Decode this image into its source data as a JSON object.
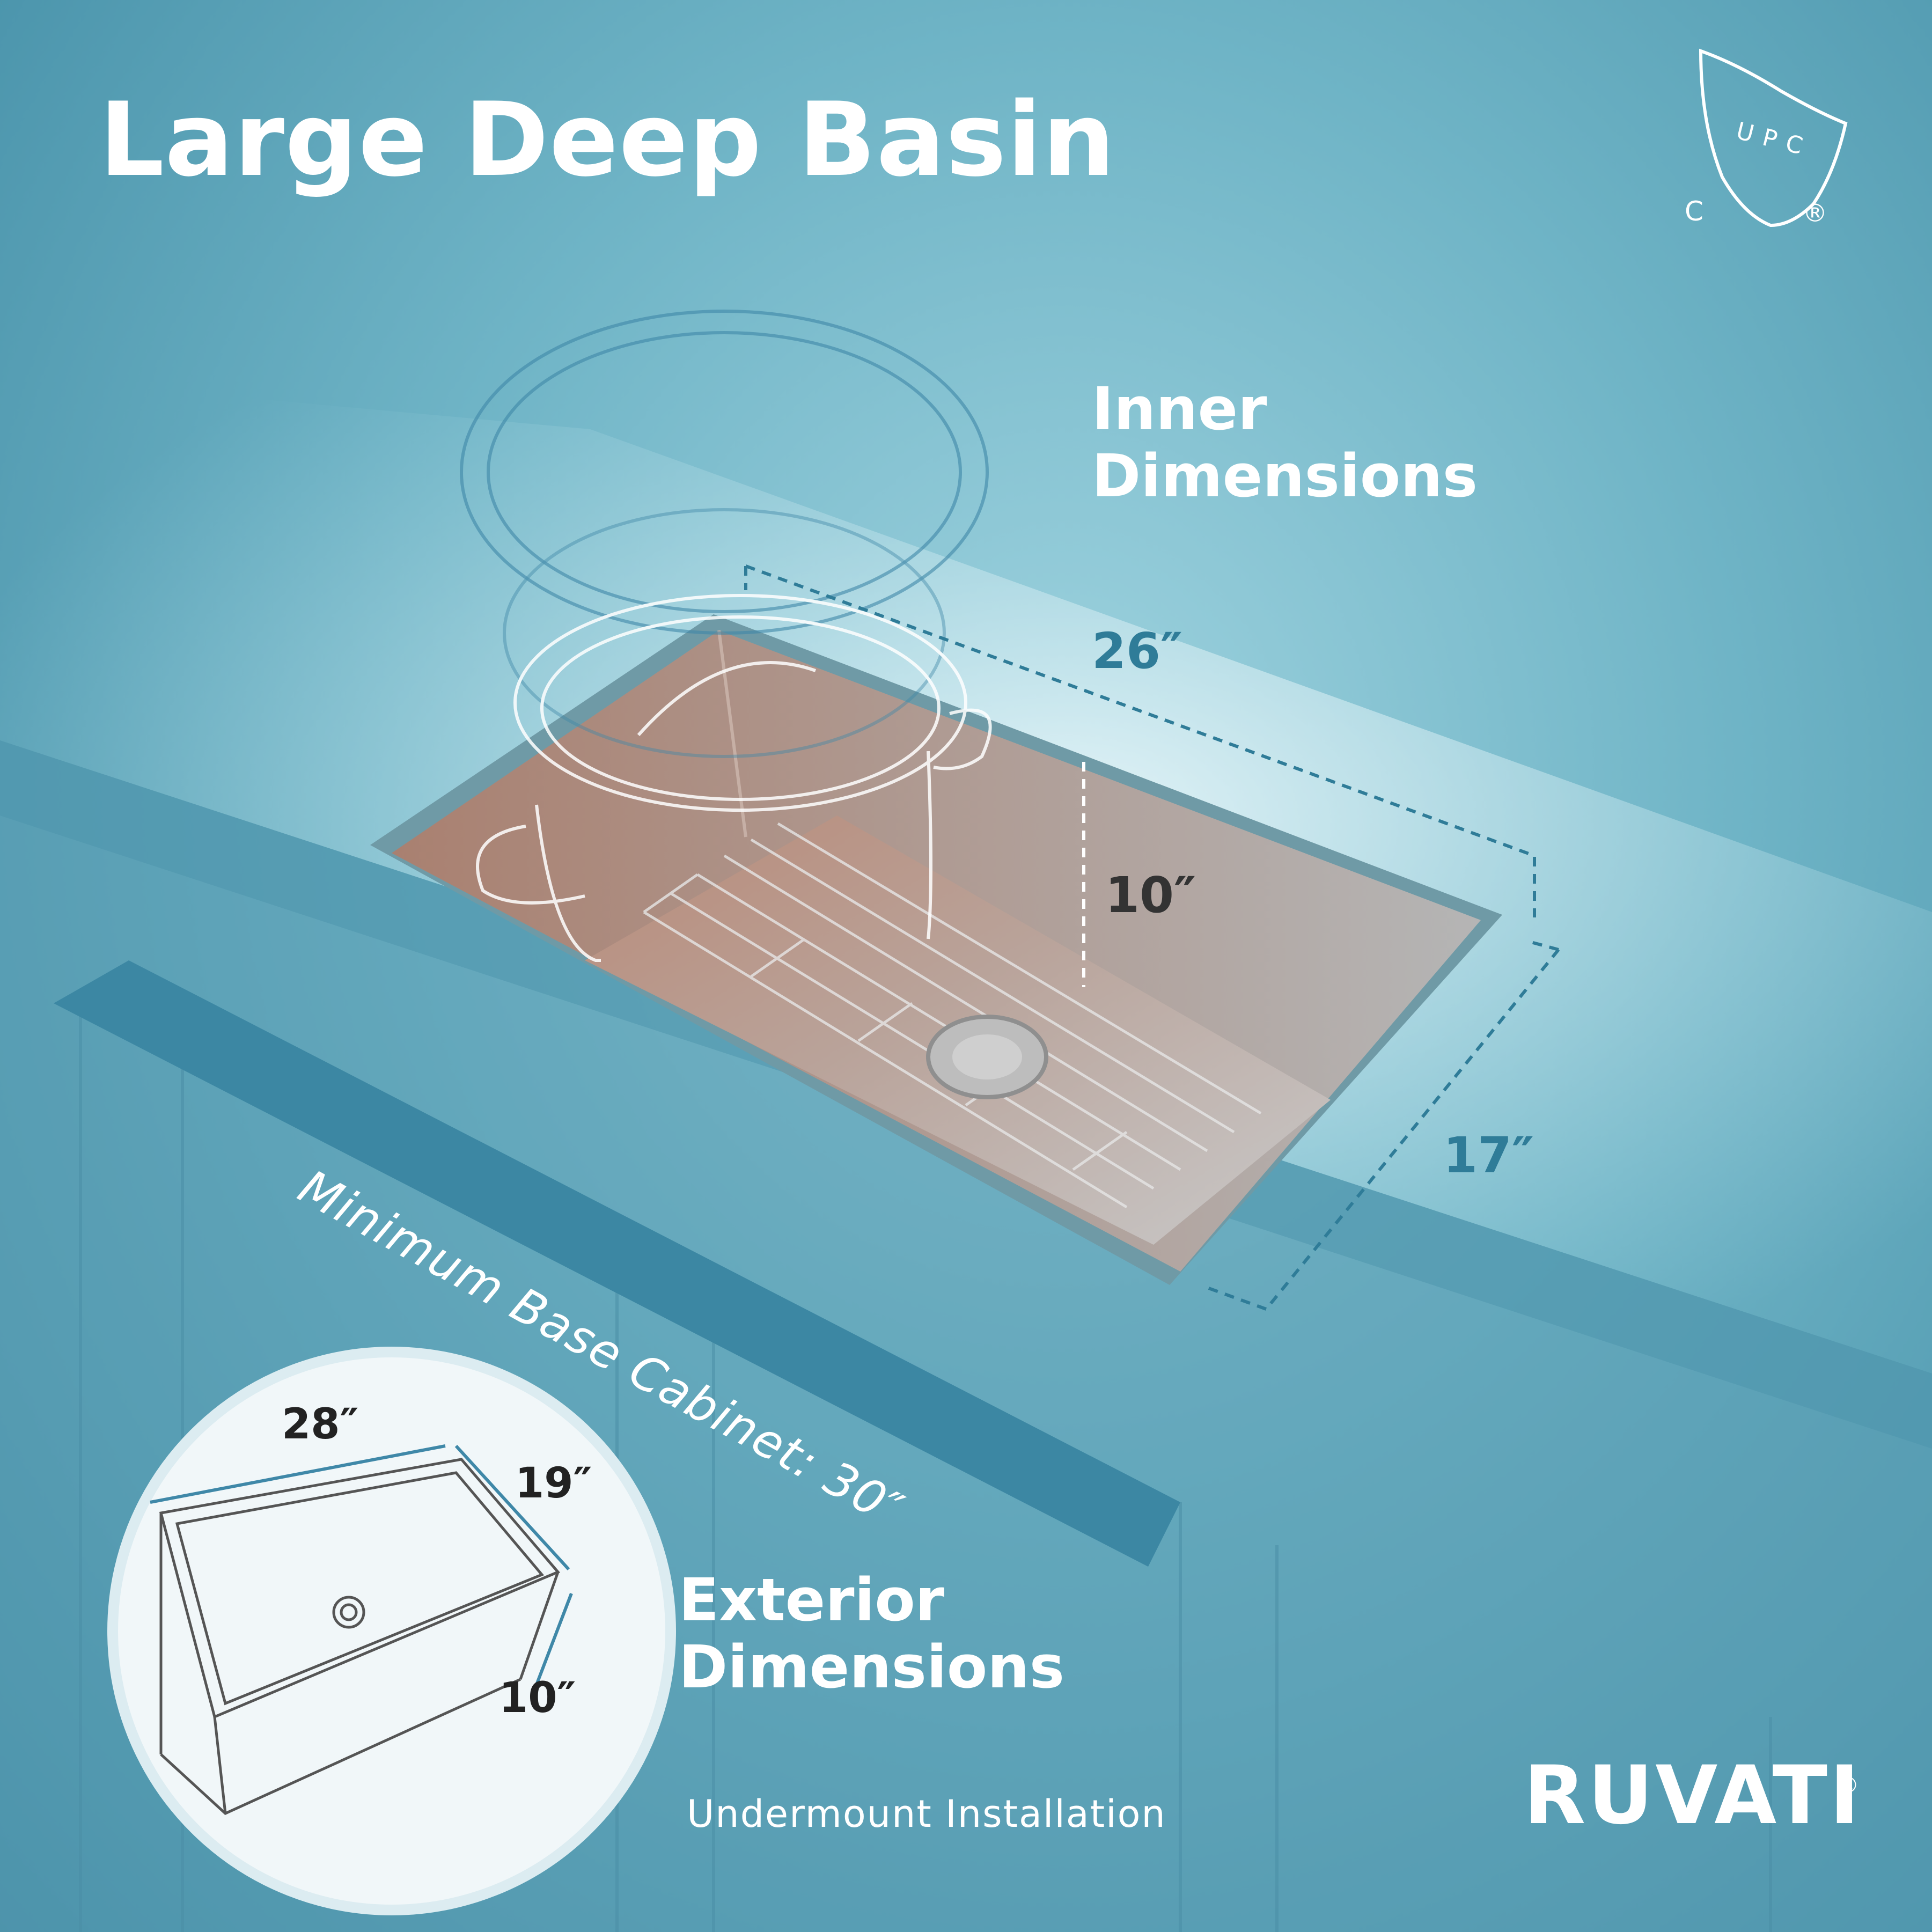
{
  "title": "Large Deep Basin",
  "certification": {
    "icon": "cupc-shield-icon",
    "letters_top": "UPC",
    "letter_left": "C",
    "registered": "®"
  },
  "inner": {
    "label_line1": "Inner",
    "label_line2": "Dimensions",
    "length": "26″",
    "depth": "10″",
    "width": "17″"
  },
  "cabinet": {
    "label": "Minimum Base Cabinet: 30″"
  },
  "exterior": {
    "label_line1": "Exterior",
    "label_line2": "Dimensions",
    "length": "28″",
    "width": "19″",
    "depth": "10″"
  },
  "installation": "Undermount Installation",
  "brand": {
    "name": "RUVATI",
    "registered": "®"
  }
}
